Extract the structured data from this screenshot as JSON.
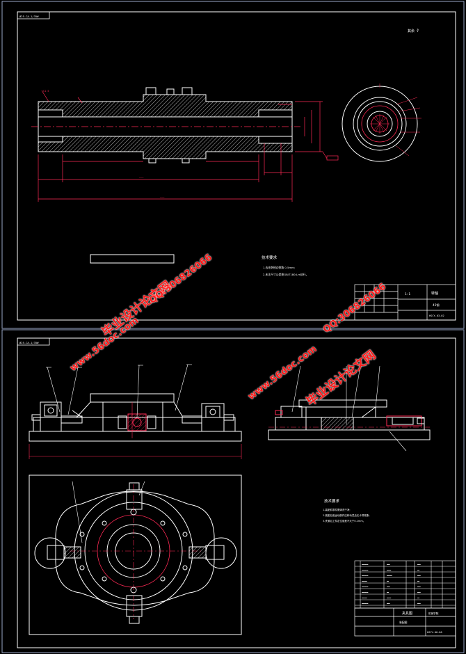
{
  "sheet_top": {
    "tag": "Ø25-CA-1/35W",
    "roughness": "其余 ∛",
    "notes_title": "技术要求",
    "notes": [
      "1.去毛刺锐边倒角 0.5mm;",
      "2.未注尺寸公差按GB/T1804-m执行。"
    ],
    "title_block": {
      "scale": "1:1",
      "name": "转轴",
      "material": "45钢",
      "code": "HSCY-03-02"
    }
  },
  "sheet_bottom": {
    "tag": "Ø25-CA-1/35W",
    "notes_title": "技术要求",
    "notes": [
      "1.装配前零件需清洗干净;",
      "2.装配后各运动部件应转动灵活无卡滞现象;",
      "3.夹紧后工件定位误差不大于0.1mm。"
    ],
    "title_block": {
      "name": "夹具图",
      "school": "机械学院",
      "drawing": "装配图",
      "code": "HSCY-00-00"
    }
  },
  "watermarks": {
    "site_name": "毕业设计论文网",
    "site_url": "www.56doc.com",
    "qq": "QQ:306826066"
  },
  "colors": {
    "line": "#ffffff",
    "dim": "#ff2a55",
    "watermark": "#ff1a1a",
    "frame": "#9aa8c8"
  }
}
